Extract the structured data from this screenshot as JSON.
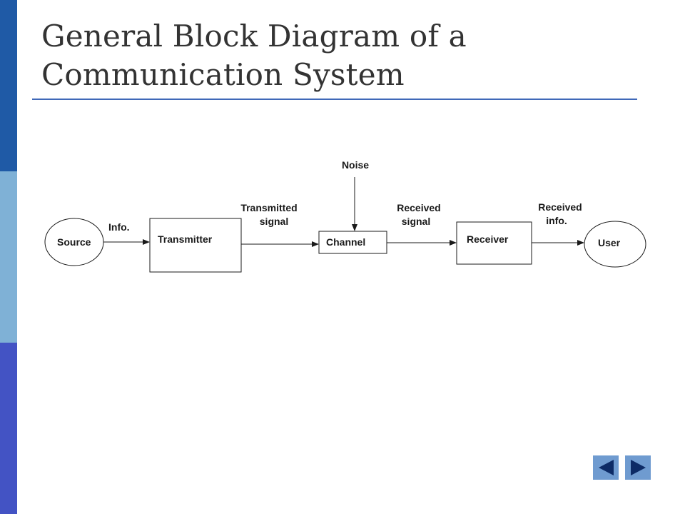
{
  "slide": {
    "title_line1": "General Block Diagram of a",
    "title_line2": "Communication System"
  },
  "diagram": {
    "blocks": {
      "source": "Source",
      "transmitter": "Transmitter",
      "channel": "Channel",
      "receiver": "Receiver",
      "user": "User"
    },
    "labels": {
      "info": "Info.",
      "transmitted_signal_1": "Transmitted",
      "transmitted_signal_2": "signal",
      "noise": "Noise",
      "received_signal_1": "Received",
      "received_signal_2": "signal",
      "received_info_1": "Received",
      "received_info_2": "info."
    }
  },
  "navigation": {
    "prev_icon": "triangle-left-icon",
    "next_icon": "triangle-right-icon"
  },
  "colors": {
    "sidebar_top": "#1f5aa6",
    "sidebar_middle": "#7fb1d6",
    "sidebar_bottom": "#4353c4",
    "title_rule": "#3f68b8",
    "nav_button": "#6f9bd0",
    "nav_arrow": "#0d2b66"
  }
}
